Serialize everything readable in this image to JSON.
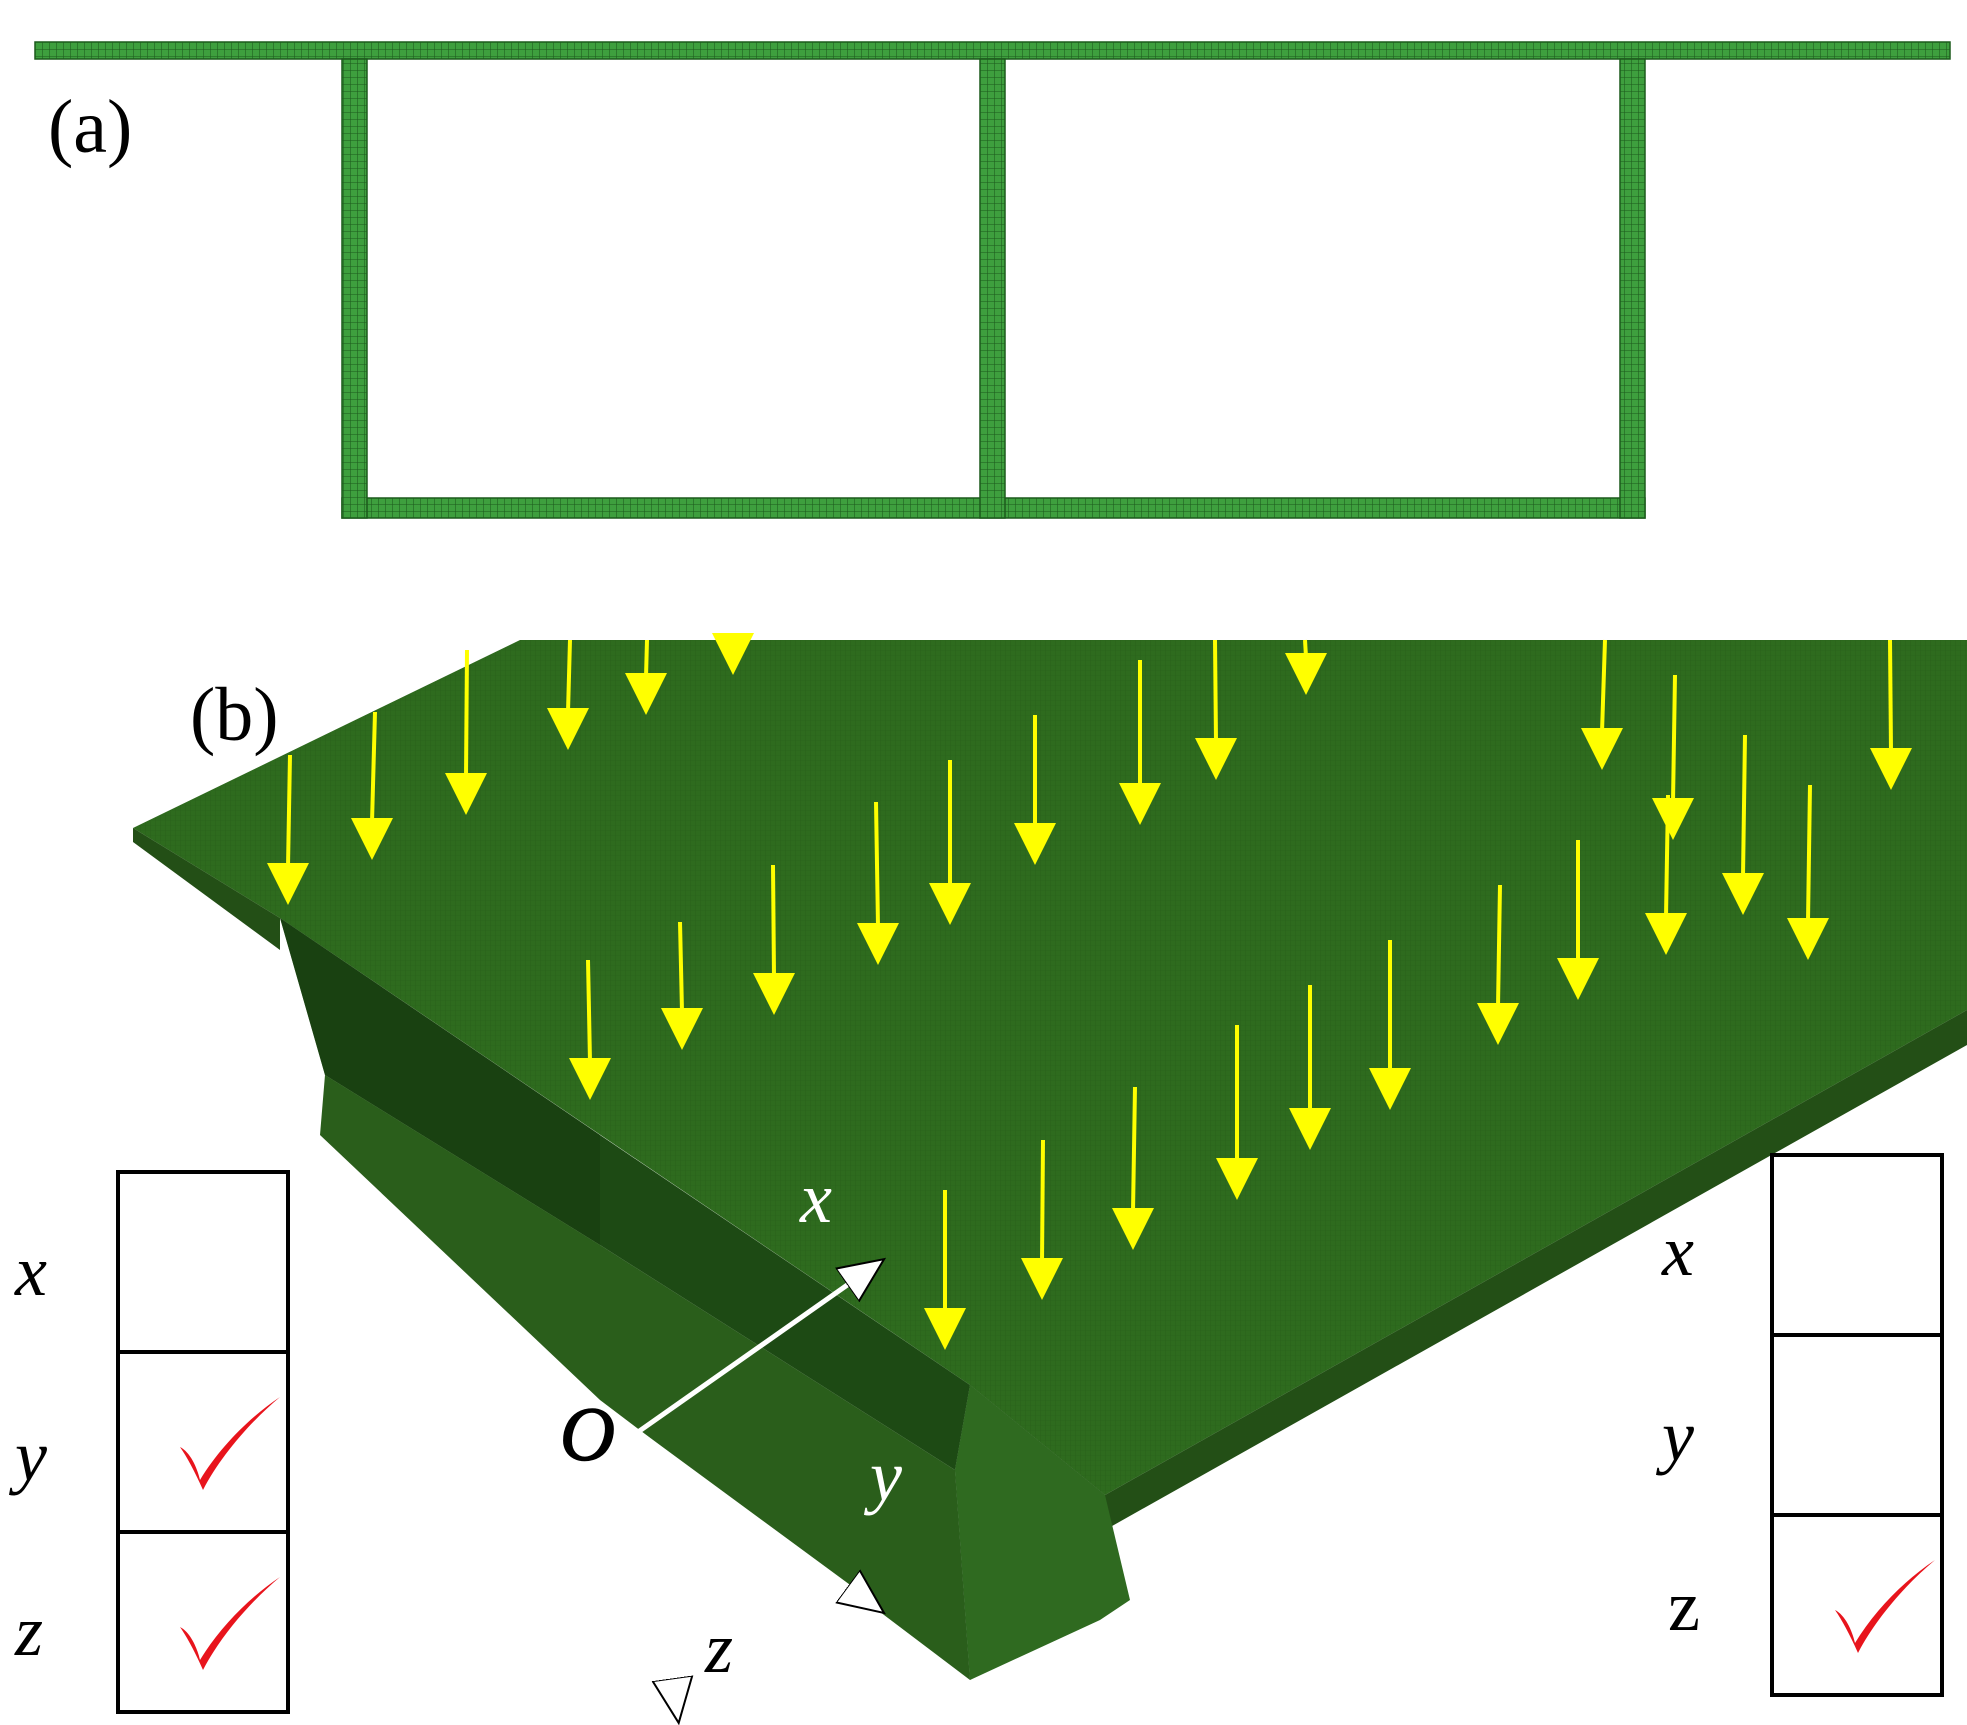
{
  "panel_a": {
    "label": "(a)",
    "mesh_color": "#3e9f3e",
    "mesh_line_color": "#1c5a1c"
  },
  "panel_b": {
    "label": "(b)",
    "model_color": "#2e6b1e",
    "model_dark": "#1d4a14",
    "model_darker": "#173d10",
    "load_arrow_color": "#ffff00",
    "axes": {
      "origin_label": "O",
      "x_label": "x",
      "y_label": "y",
      "z_label": "z",
      "arrow_color": "#ffffff"
    },
    "constraint_table_left": {
      "rows": [
        {
          "label": "x",
          "checked": false
        },
        {
          "label": "y",
          "checked": true
        },
        {
          "label": "z",
          "checked": true
        }
      ]
    },
    "constraint_table_right": {
      "rows": [
        {
          "label": "x",
          "checked": false
        },
        {
          "label": "y",
          "checked": false
        },
        {
          "label": "z",
          "checked": true
        }
      ]
    },
    "check_color": "#e8141c"
  }
}
